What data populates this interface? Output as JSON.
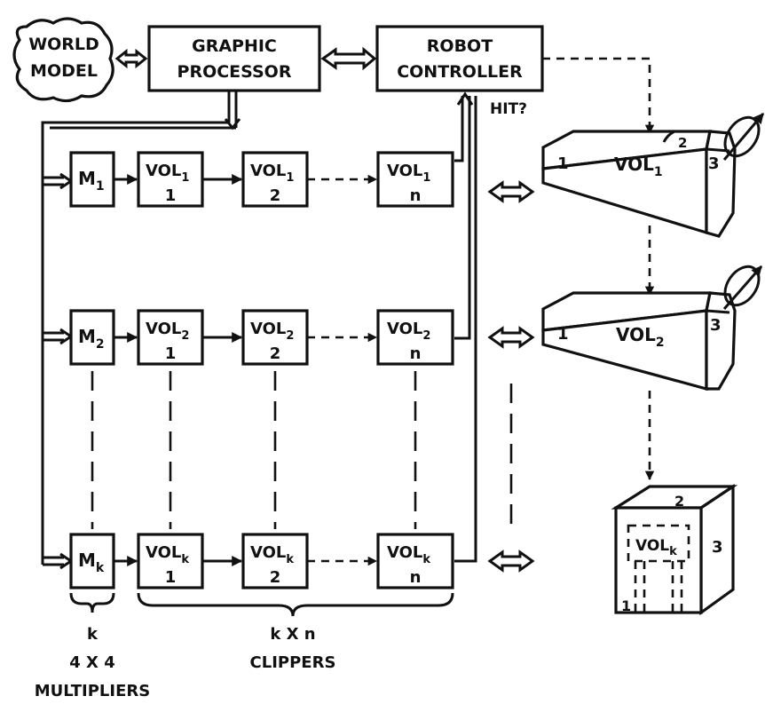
{
  "blocks": {
    "world_model": [
      "WORLD",
      "MODEL"
    ],
    "graphic_processor": [
      "GRAPHIC",
      "PROCESSOR"
    ],
    "robot_controller": [
      "ROBOT",
      "CONTROLLER"
    ],
    "hit": "HIT?"
  },
  "rows": [
    {
      "mult": "M",
      "sub": "1",
      "vol_sub": "1",
      "cols": [
        "1",
        "2",
        "n"
      ]
    },
    {
      "mult": "M",
      "sub": "2",
      "vol_sub": "2",
      "cols": [
        "1",
        "2",
        "n"
      ]
    },
    {
      "mult": "M",
      "sub": "k",
      "vol_sub": "k",
      "cols": [
        "1",
        "2",
        "n"
      ]
    }
  ],
  "vol_prefix": "VOL",
  "shapes": {
    "link1": {
      "face": "1",
      "name": "VOL",
      "sub": "1",
      "top": "2",
      "side": "3"
    },
    "link2": {
      "face": "1",
      "name": "VOL",
      "sub": "2",
      "side": "3"
    },
    "cube": {
      "top": "2",
      "side": "3",
      "front": "1",
      "name": "VOL",
      "sub": "k"
    }
  },
  "captions": {
    "mult_count": "k",
    "mult_size": "4 X 4",
    "mult_name": "MULTIPLIERS",
    "clip_count": "k X n",
    "clip_name": "CLIPPERS"
  }
}
